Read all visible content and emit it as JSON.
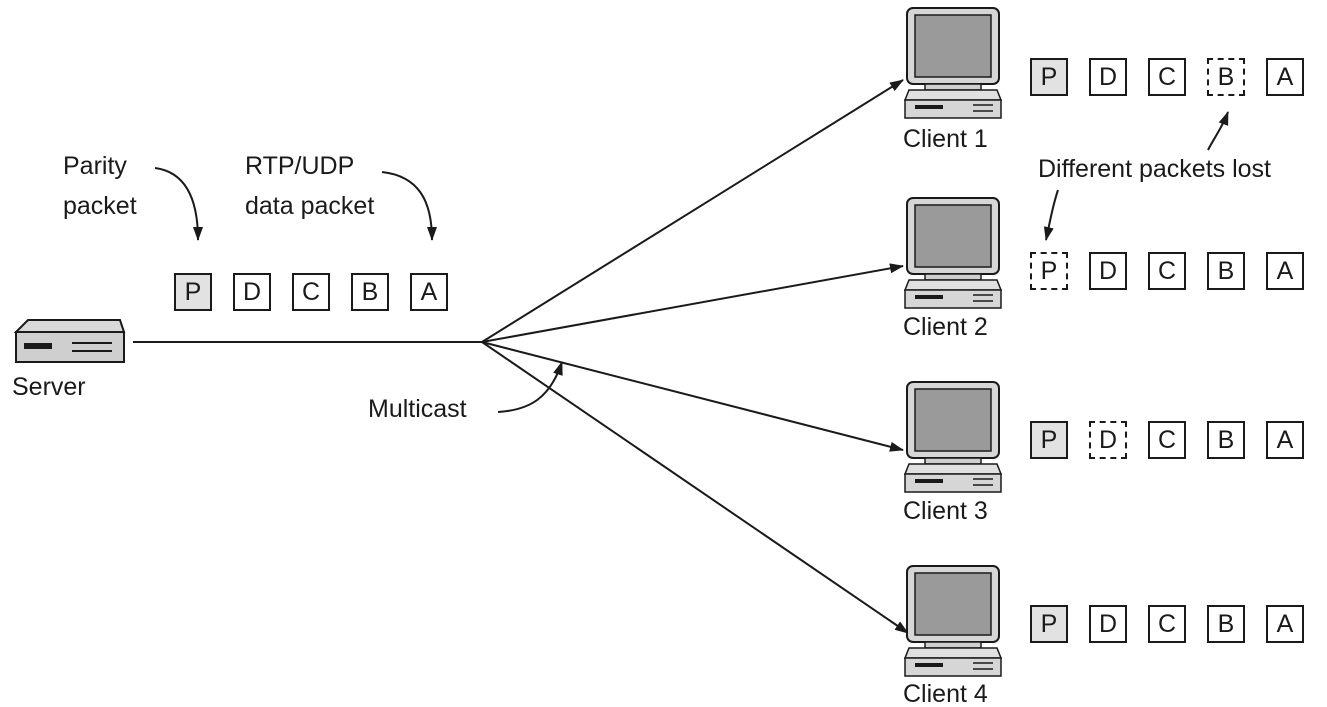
{
  "labels": {
    "parity_packet": [
      "Parity",
      "packet"
    ],
    "data_packet": [
      "RTP/UDP",
      "data packet"
    ],
    "server": "Server",
    "multicast": "Multicast",
    "different_lost": "Different packets lost"
  },
  "server_packets": [
    "P",
    "D",
    "C",
    "B",
    "A"
  ],
  "clients": [
    {
      "name": "Client 1",
      "packets": [
        {
          "label": "P",
          "type": "parity"
        },
        {
          "label": "D"
        },
        {
          "label": "C"
        },
        {
          "label": "B",
          "lost": true
        },
        {
          "label": "A"
        }
      ]
    },
    {
      "name": "Client 2",
      "packets": [
        {
          "label": "P",
          "type": "parity",
          "lost": true
        },
        {
          "label": "D"
        },
        {
          "label": "C"
        },
        {
          "label": "B"
        },
        {
          "label": "A"
        }
      ]
    },
    {
      "name": "Client 3",
      "packets": [
        {
          "label": "P",
          "type": "parity"
        },
        {
          "label": "D",
          "lost": true
        },
        {
          "label": "C"
        },
        {
          "label": "B"
        },
        {
          "label": "A"
        }
      ]
    },
    {
      "name": "Client 4",
      "packets": [
        {
          "label": "P",
          "type": "parity"
        },
        {
          "label": "D"
        },
        {
          "label": "C"
        },
        {
          "label": "B"
        },
        {
          "label": "A"
        }
      ]
    }
  ],
  "colors": {
    "parity_fill": "#e2e2e2",
    "ink": "#1a1a1a",
    "screen": "#9a9a9a"
  }
}
